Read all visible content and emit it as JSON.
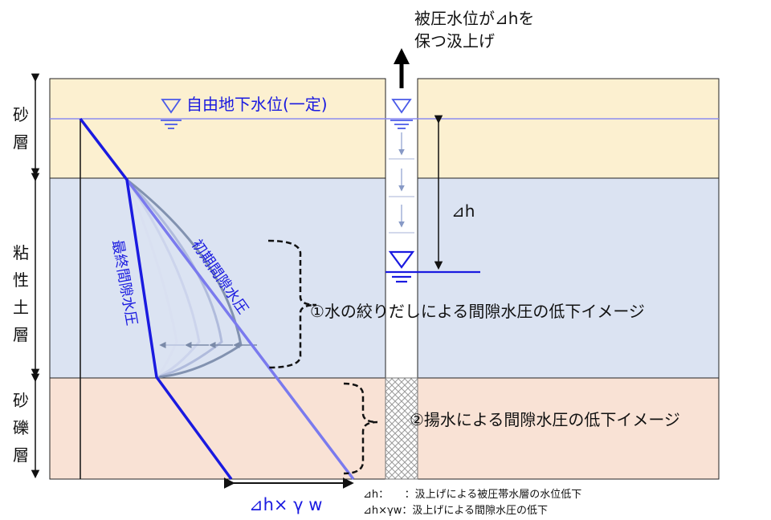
{
  "top_caption": {
    "line1": "被圧水位が⊿hを",
    "line2": "保つ汲上げ"
  },
  "layers": [
    {
      "name": "sand",
      "label": [
        "砂",
        "層"
      ],
      "color": "#fcf0d0"
    },
    {
      "name": "clay",
      "label": [
        "粘",
        "性",
        "土",
        "層"
      ],
      "color": "#dbe3f2"
    },
    {
      "name": "gravel",
      "label": [
        "砂",
        "礫",
        "層"
      ],
      "color": "#f9e2d5"
    }
  ],
  "water_table_label": "自由地下水位(一定)",
  "delta_h_label": "⊿h",
  "initial_pressure_label": "初期間隙水圧",
  "final_pressure_label": "最終間隙水圧",
  "annotation_1": "①水の絞りだしによる間隙水圧の低下イメージ",
  "annotation_2": "②揚水による間隙水圧の低下イメージ",
  "bottom_label": "⊿h× γ w",
  "legend": [
    "⊿h：　　：汲上げによる被圧帯水層の水位低下",
    "⊿h×γw：汲上げによる間隙水圧の低下"
  ],
  "colors": {
    "line_dark": "#1a1ae0",
    "line_light": "#7a7aee",
    "water_line": "#8c8cf0",
    "text_blue": "#1a1ae0",
    "hatch": "#999999"
  }
}
